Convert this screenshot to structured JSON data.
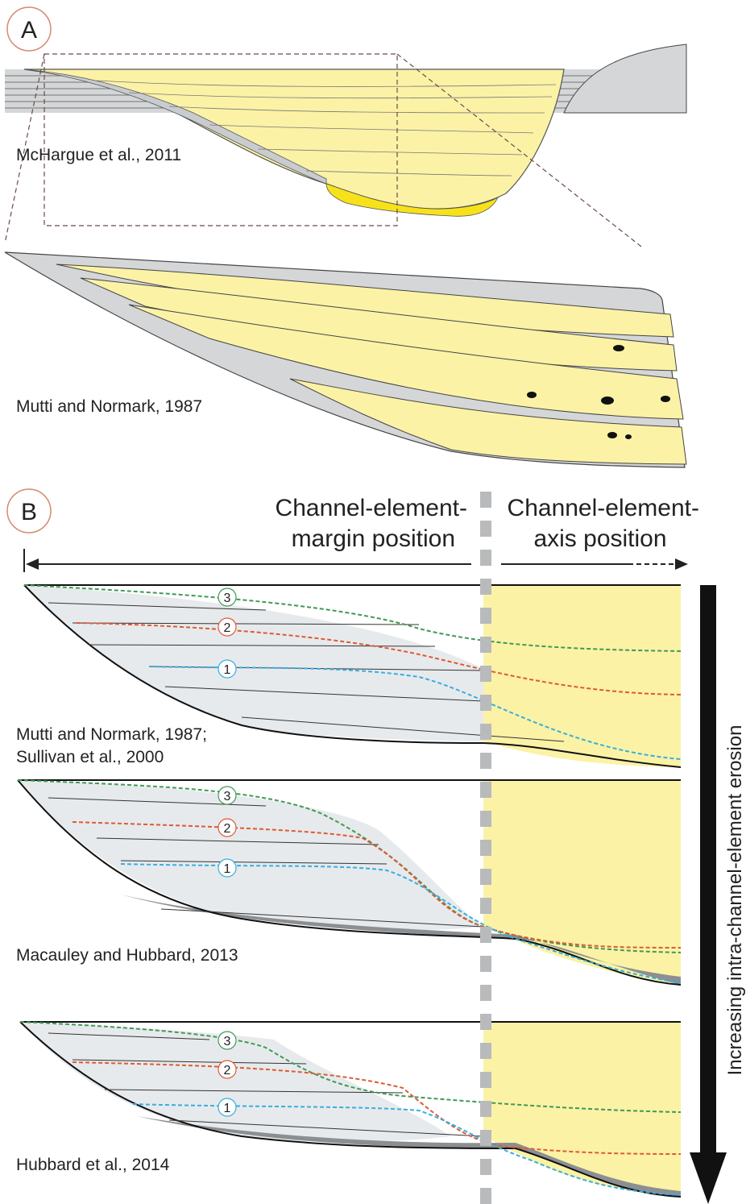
{
  "panel_a": {
    "letter": "A",
    "citation_top": "McHargue et al., 2011",
    "citation_bottom": "Mutti and Normark, 1987"
  },
  "panel_b": {
    "letter": "B",
    "margin_label_line1": "Channel-element-",
    "margin_label_line2": "margin position",
    "axis_label_line1": "Channel-element-",
    "axis_label_line2": "axis position",
    "erosion_label": "Increasing intra-channel-element erosion",
    "models": [
      {
        "citation_line1": "Mutti and Normark, 1987;",
        "citation_line2": "Sullivan et al., 2000",
        "markers": [
          "3",
          "2",
          "1"
        ]
      },
      {
        "citation_line1": "Macauley and Hubbard, 2013",
        "citation_line2": "",
        "markers": [
          "3",
          "2",
          "1"
        ]
      },
      {
        "citation_line1": "Hubbard et al., 2014",
        "citation_line2": "",
        "markers": [
          "3",
          "2",
          "1"
        ]
      }
    ]
  },
  "colors": {
    "sand": "#fbf2a6",
    "sand_bright": "#f7e21a",
    "mud": "#d6d8da",
    "mud_dark": "#8c8f92",
    "margin_fill": "#e7eaec",
    "surface_green": "#3f9a54",
    "surface_red": "#de5a35",
    "surface_blue": "#37aee0",
    "divider": "#b8babc"
  }
}
